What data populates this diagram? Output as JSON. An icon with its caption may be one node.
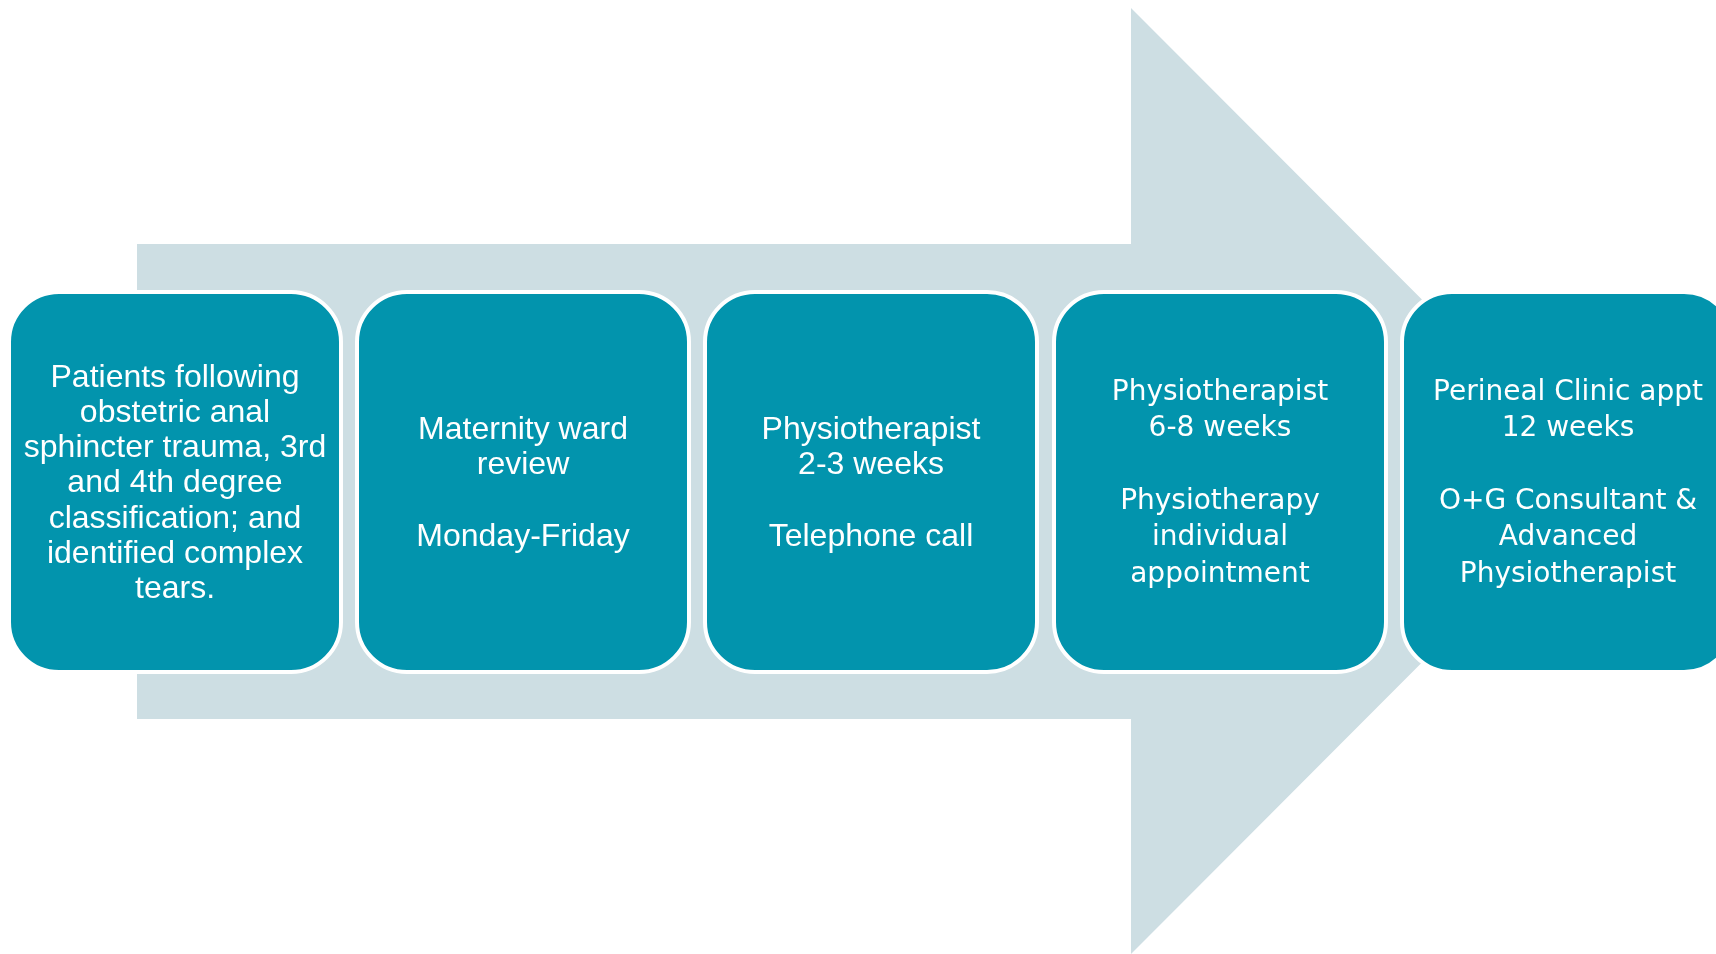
{
  "diagram": {
    "nodes": [
      {
        "text": [
          "Patients following obstetric anal sphincter trauma, 3rd and 4th degree classification; and identified complex tears."
        ]
      },
      {
        "text": [
          "Maternity ward review",
          "Monday-Friday"
        ]
      },
      {
        "text": [
          "Physiotherapist 2-3 weeks",
          "Telephone call"
        ]
      },
      {
        "text": [
          "Physiotherapist 6-8 weeks",
          "Physiotherapy individual appointment"
        ]
      },
      {
        "text": [
          "Perineal Clinic appt 12 weeks",
          "O+G Consultant & Advanced Physiotherapist"
        ]
      }
    ],
    "edges": [
      {
        "from": 0,
        "to": 4,
        "arrow": "to"
      }
    ]
  }
}
